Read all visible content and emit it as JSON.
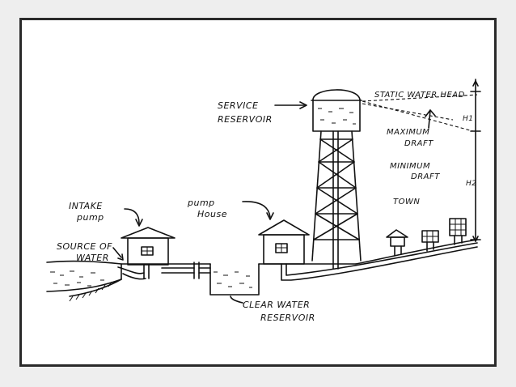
{
  "labels": {
    "service_reservoir_1": "SERVICE",
    "service_reservoir_2": "RESERVOIR",
    "static_water_head": "STATIC WATER HEAD",
    "maximum_draft_1": "MAXIMUM",
    "maximum_draft_2": "DRAFT",
    "minimum_draft_1": "MINIMUM",
    "minimum_draft_2": "DRAFT",
    "town": "TOWN",
    "intake_pump_1": "INTAKE",
    "intake_pump_2": "pump",
    "pump_house_1": "pump",
    "pump_house_2": "House",
    "source_of_water_1": "SOURCE OF",
    "source_of_water_2": "WATER",
    "clear_water_reservoir_1": "CLEAR WATER",
    "clear_water_reservoir_2": "RESERVOIR",
    "h1": "H1",
    "h2": "H2"
  }
}
